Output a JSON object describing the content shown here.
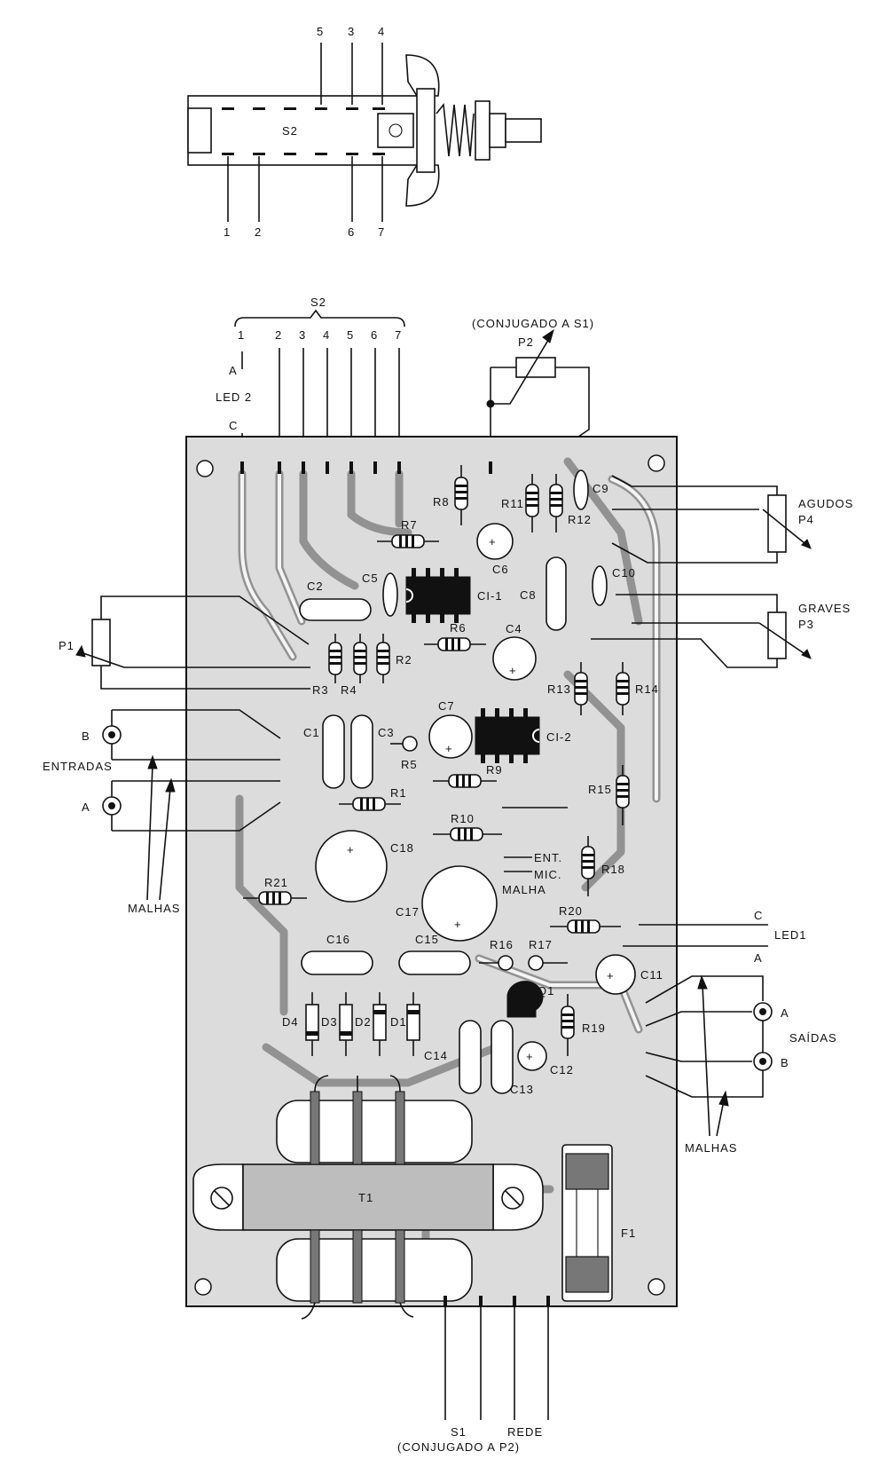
{
  "switch_s2": {
    "name": "S2",
    "top_pins": [
      "5",
      "3",
      "4"
    ],
    "bottom_pins": [
      "1",
      "2",
      "6",
      "7"
    ]
  },
  "header_s2": {
    "name": "S2",
    "pins": [
      "1",
      "2",
      "3",
      "4",
      "5",
      "6",
      "7"
    ]
  },
  "led2": {
    "anode": "A",
    "label": "LED 2",
    "cathode": "C"
  },
  "p2": {
    "name": "P2",
    "note": "(CONJUGADO A S1)"
  },
  "p4": {
    "title": "AGUDOS",
    "name": "P4"
  },
  "p3": {
    "title": "GRAVES",
    "name": "P3"
  },
  "p1": {
    "name": "P1"
  },
  "inputs": {
    "label": "ENTRADAS",
    "a": "A",
    "b": "B",
    "shield": "MALHAS"
  },
  "outputs": {
    "label": "SAÍDAS",
    "a": "A",
    "b": "B",
    "shield": "MALHAS"
  },
  "led1": {
    "cathode": "C",
    "label": "LED1",
    "anode": "A"
  },
  "mic": {
    "ent": "ENT.",
    "mic": "MIC.",
    "malha": "MALHA"
  },
  "bottom": {
    "s1": "S1",
    "rede": "REDE",
    "note": "(CONJUGADO A P2)"
  },
  "components": {
    "R1": "R1",
    "R2": "R2",
    "R3": "R3",
    "R4": "R4",
    "R5": "R5",
    "R6": "R6",
    "R7": "R7",
    "R8": "R8",
    "R9": "R9",
    "R10": "R10",
    "R11": "R11",
    "R12": "R12",
    "R13": "R13",
    "R14": "R14",
    "R15": "R15",
    "R16": "R16",
    "R17": "R17",
    "R18": "R18",
    "R19": "R19",
    "R20": "R20",
    "R21": "R21",
    "C1": "C1",
    "C2": "C2",
    "C3": "C3",
    "C4": "C4",
    "C5": "C5",
    "C6": "C6",
    "C7": "C7",
    "C8": "C8",
    "C9": "C9",
    "C10": "C10",
    "C11": "C11",
    "C12": "C12",
    "C13": "C13",
    "C14": "C14",
    "C15": "C15",
    "C16": "C16",
    "C17": "C17",
    "C18": "C18",
    "D1": "D1",
    "D2": "D2",
    "D3": "D3",
    "D4": "D4",
    "CI1": "CI-1",
    "CI2": "CI-2",
    "Q1": "Q1",
    "T1": "T1",
    "F1": "F1"
  }
}
